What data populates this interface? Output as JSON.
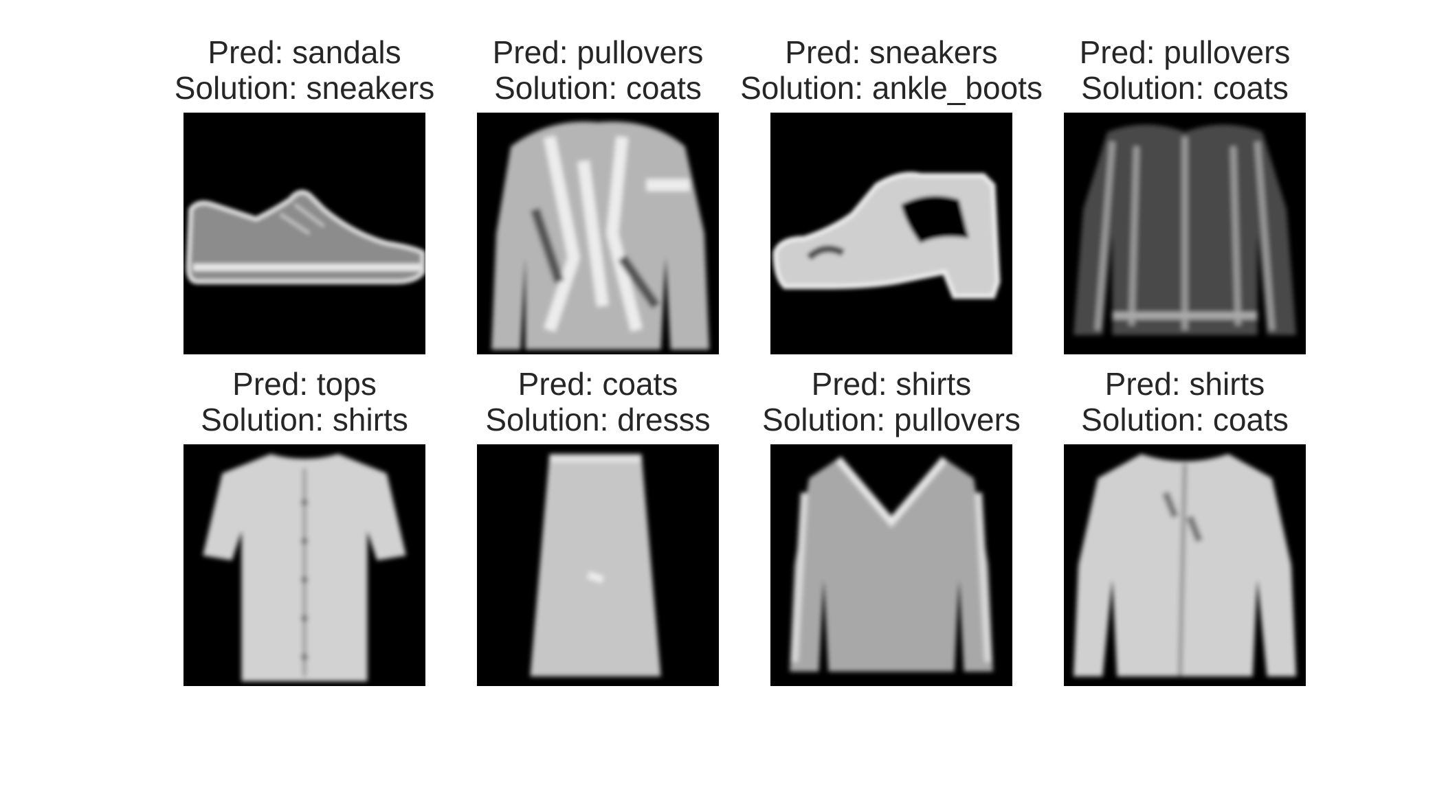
{
  "panels": [
    {
      "pred": "Pred: sandals",
      "solution": "Solution: sneakers",
      "icon": "sneaker-icon"
    },
    {
      "pred": "Pred: pullovers",
      "solution": "Solution: coats",
      "icon": "jacket-icon"
    },
    {
      "pred": "Pred: sneakers",
      "solution": "Solution: ankle_boots",
      "icon": "shoe-icon"
    },
    {
      "pred": "Pred: pullovers",
      "solution": "Solution: coats",
      "icon": "cardigan-icon"
    },
    {
      "pred": "Pred: tops",
      "solution": "Solution: shirts",
      "icon": "shirt-icon"
    },
    {
      "pred": "Pred: coats",
      "solution": "Solution: dresss",
      "icon": "dress-icon"
    },
    {
      "pred": "Pred: shirts",
      "solution": "Solution: pullovers",
      "icon": "sweater-icon"
    },
    {
      "pred": "Pred: shirts",
      "solution": "Solution: coats",
      "icon": "coat-icon"
    }
  ]
}
